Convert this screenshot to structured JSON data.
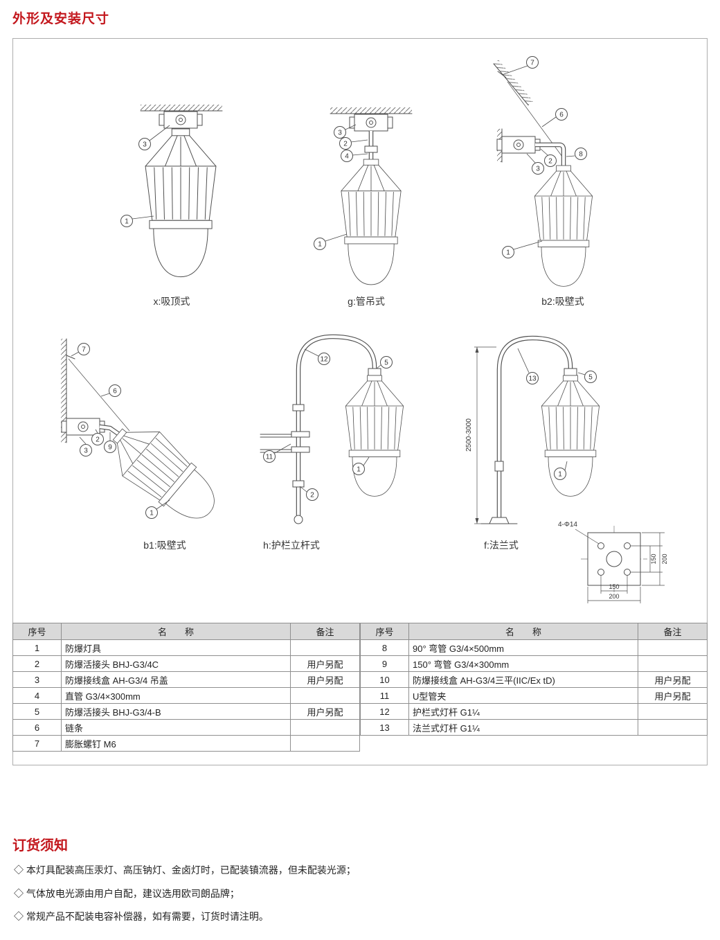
{
  "page": {
    "title": "外形及安装尺寸",
    "order_notes": {
      "title": "订货须知",
      "items": [
        "◇ 本灯具配装高压汞灯、高压钠灯、金卤灯时，已配装镇流器，但未配装光源；",
        "◇ 气体放电光源由用户自配，建议选用欧司朗品牌；",
        "◇ 常规产品不配装电容补偿器，如有需要，订货时请注明。"
      ]
    }
  },
  "drawings": {
    "captions": {
      "d1": "x:吸顶式",
      "d2": "g:管吊式",
      "d3": "b2:吸壁式",
      "d4": "b1:吸壁式",
      "d5": "h:护栏立杆式",
      "d6": "f:法兰式"
    },
    "callouts": {
      "d1": [
        "3",
        "1"
      ],
      "d2": [
        "3",
        "2",
        "4",
        "1"
      ],
      "d3": [
        "7",
        "6",
        "8",
        "3",
        "2",
        "1"
      ],
      "d4": [
        "7",
        "6",
        "3",
        "2",
        "9",
        "1"
      ],
      "d5": [
        "12",
        "5",
        "11",
        "2",
        "1"
      ],
      "d6": [
        "13",
        "5",
        "1"
      ]
    },
    "dimensions": {
      "pole_height": "2500-3000",
      "flange_holes": "4-Φ14",
      "flange_150": "150",
      "flange_200": "200"
    }
  },
  "parts_table": {
    "headers": {
      "no": "序号",
      "name": "名　　称",
      "remark": "备注"
    },
    "left": [
      {
        "no": "1",
        "name": "防爆灯具",
        "remark": ""
      },
      {
        "no": "2",
        "name": "防爆活接头 BHJ-G3/4C",
        "remark": "用户另配"
      },
      {
        "no": "3",
        "name": "防爆接线盒 AH-G3/4 吊盖",
        "remark": "用户另配"
      },
      {
        "no": "4",
        "name": "直管 G3/4×300mm",
        "remark": ""
      },
      {
        "no": "5",
        "name": "防爆活接头 BHJ-G3/4-B",
        "remark": "用户另配"
      },
      {
        "no": "6",
        "name": "链条",
        "remark": ""
      },
      {
        "no": "7",
        "name": "膨胀螺钉 M6",
        "remark": ""
      }
    ],
    "right": [
      {
        "no": "8",
        "name": "90° 弯管 G3/4×500mm",
        "remark": ""
      },
      {
        "no": "9",
        "name": "150° 弯管 G3/4×300mm",
        "remark": ""
      },
      {
        "no": "10",
        "name": "防爆接线盒 AH-G3/4三平(IIC/Ex tD)",
        "remark": "用户另配"
      },
      {
        "no": "11",
        "name": "U型管夹",
        "remark": "用户另配"
      },
      {
        "no": "12",
        "name": "护栏式灯杆 G1¼",
        "remark": ""
      },
      {
        "no": "13",
        "name": "法兰式灯杆 G1¼",
        "remark": ""
      }
    ]
  }
}
